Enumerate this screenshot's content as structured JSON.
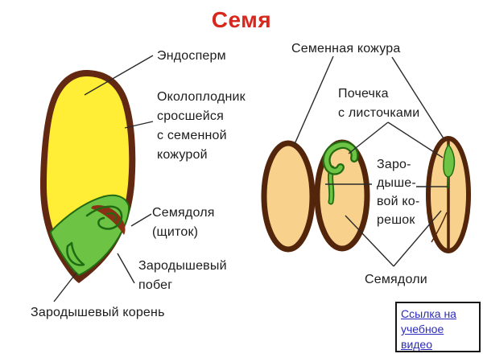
{
  "title": {
    "text": "Семя"
  },
  "left_diagram": {
    "labels": {
      "endosperm": "Эндосперм",
      "pericarp": "Околоплодник\nсросшейся\nс семенной\nкожурой",
      "cotyledon": "Семядоля\n(щиток)",
      "embryonic_shoot": "Зародышевый\nпобег",
      "embryonic_root": "Зародышевый корень"
    }
  },
  "right_diagram": {
    "labels": {
      "seed_coat": "Семенная кожура",
      "plumule": "Почечка\nс листочками",
      "embryonic_rootlet": "Заро-\nдыше-\nвой ко-\nрешок",
      "cotyledons": "Семядоли"
    }
  },
  "link_box": {
    "text": "Ссылка на\nучебное\nвидео"
  },
  "colors": {
    "title_red": "#d8281e",
    "label_black": "#1c1c1c",
    "endosperm_yellow": "#ffee35",
    "corn_coat_brown": "#632812",
    "coat_fold_red_brown": "#8a3015",
    "embryo_green": "#6cc344",
    "embryo_green_dark": "#236b12",
    "bean_fill_tan": "#f8d28c",
    "bean_outline_brown": "#53250b",
    "connector_line": "#2a2a2a",
    "link_blue": "#2b2bbb"
  }
}
